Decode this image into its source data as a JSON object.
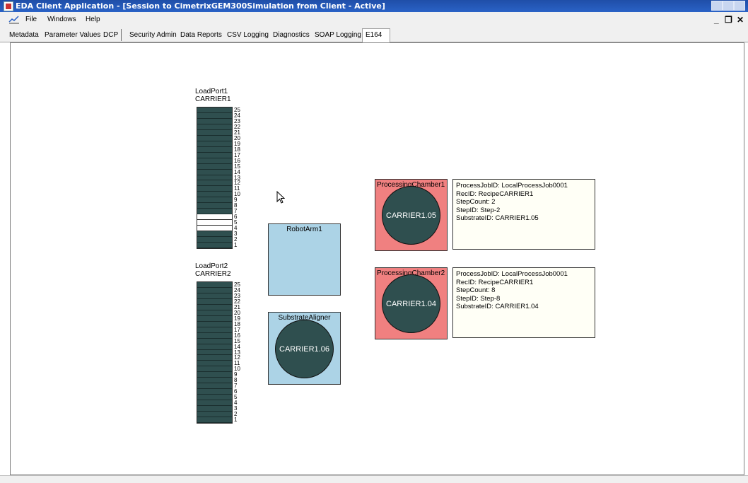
{
  "window": {
    "title": "EDA Client Application - [Session to CimetrixGEM300Simulation from Client - Active]"
  },
  "menu": {
    "items": [
      "File",
      "Windows",
      "Help"
    ],
    "mdi_controls": [
      "_",
      "❒",
      "✕"
    ]
  },
  "tabs": [
    "Metadata",
    "Parameter Values",
    "DCP",
    "Security Admin",
    "Data Reports",
    "CSV Logging",
    "Diagnostics",
    "SOAP Logging",
    "E164"
  ],
  "active_tab": "E164",
  "loadport1": {
    "name": "LoadPort1",
    "carrier": "CARRIER1",
    "slot_numbers": [
      "25",
      "24",
      "23",
      "22",
      "21",
      "20",
      "19",
      "18",
      "17",
      "16",
      "15",
      "14",
      "13",
      "12",
      "11",
      "10",
      "9",
      "8",
      "7",
      "6",
      "5",
      "4",
      "3",
      "2",
      "1"
    ],
    "empty_slots": [
      4,
      5,
      6
    ]
  },
  "loadport2": {
    "name": "LoadPort2",
    "carrier": "CARRIER2",
    "slot_numbers": [
      "25",
      "24",
      "23",
      "22",
      "21",
      "20",
      "19",
      "18",
      "17",
      "16",
      "15",
      "14",
      "13",
      "12",
      "11",
      "10",
      "9",
      "8",
      "7",
      "6",
      "5",
      "4",
      "3",
      "2",
      "1"
    ],
    "empty_slots": []
  },
  "robot_arm": {
    "name": "RobotArm1"
  },
  "aligner": {
    "name": "SubstrateAligner",
    "wafer": "CARRIER1.06"
  },
  "chamber1": {
    "name": "ProcessingChamber1",
    "wafer": "CARRIER1.05",
    "info": [
      "ProcessJobID:  LocalProcessJob0001",
      "RecID:  RecipeCARRIER1",
      "StepCount:  2",
      "StepID:  Step-2",
      "SubstrateID:  CARRIER1.05"
    ]
  },
  "chamber2": {
    "name": "ProcessingChamber2",
    "wafer": "CARRIER1.04",
    "info": [
      "ProcessJobID:  LocalProcessJob0001",
      "RecID:  RecipeCARRIER1",
      "StepCount:  8",
      "StepID:  Step-8",
      "SubstrateID:  CARRIER1.04"
    ]
  },
  "colors": {
    "titlebar": "#2a62c6",
    "wafer": "#2f4f4f",
    "module": "#acd3e6",
    "chamber": "#f08080",
    "infobox": "#fffff6"
  }
}
